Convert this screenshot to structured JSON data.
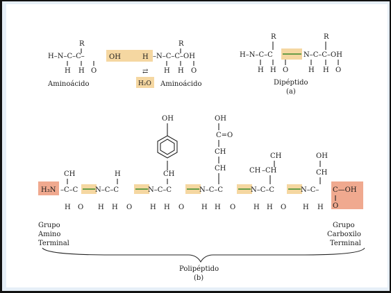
{
  "diagram": {
    "part_a": {
      "left_label": "Aminoácido",
      "water_label": "H₂O",
      "right_label": "Aminoácido",
      "product_label": "Dipéptido",
      "tag": "(a)",
      "hl_oh": "OH"
    },
    "part_b": {
      "amino_terminal": [
        "Grupo",
        "Amino",
        "Terminal"
      ],
      "carboxyl_terminal": [
        "Grupo",
        "Carboxilo",
        "Terminal"
      ],
      "polymer_label": "Polipéptido",
      "tag": "(b)",
      "amine": "H₃N",
      "acid": "C—OH"
    },
    "colors": {
      "peptide_highlight": "#f5d7a1",
      "terminal_highlight": "#f0a98f",
      "bond_green": "#3a8a2a"
    }
  }
}
